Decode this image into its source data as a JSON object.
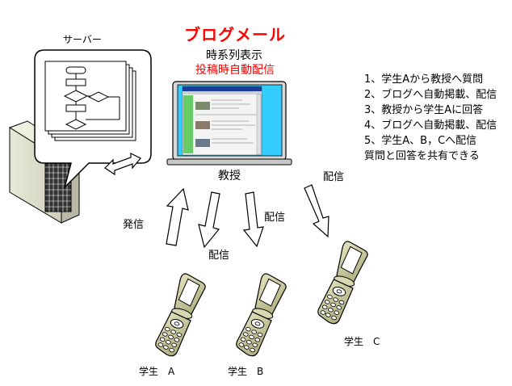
{
  "diagram": {
    "title": "ブログメール",
    "subtitle_line1": "時系列表示",
    "subtitle_line2": "投稿時自動配信",
    "server_label": "サーバー",
    "professor_label": "教授",
    "send_label": "発信",
    "distribute_labels": [
      "配信",
      "配信",
      "配信"
    ],
    "students": [
      "学生　A",
      "学生　B",
      "学生　C"
    ],
    "steps": [
      "1、学生Aから教授へ質問",
      "2、ブログへ自動掲載、配信",
      "3、教授から学生Aに回答",
      "4、ブログへ自動掲載、配信",
      "5、学生A、B，Cへ配信",
      "質問と回答を共有できる"
    ]
  },
  "colors": {
    "accent": "#ff0000",
    "screen": "#33ccff",
    "phone_body": "#c8c896"
  }
}
